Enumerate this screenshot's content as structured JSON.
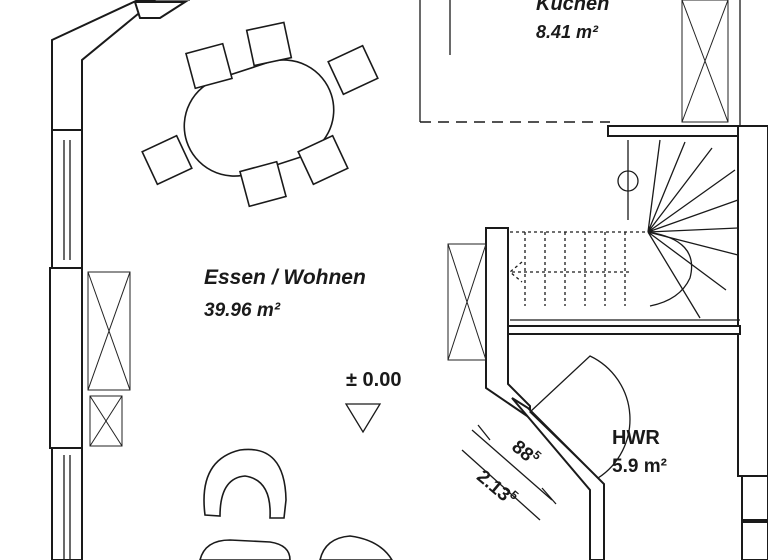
{
  "rooms": {
    "kitchen": {
      "name": "Küchen",
      "area": "8.41 m²"
    },
    "living": {
      "name": "Essen / Wohnen",
      "area": "39.96 m²"
    },
    "utility": {
      "name": "HWR",
      "area": "5.9 m²"
    }
  },
  "level_marker": "± 0.00",
  "dimensions": {
    "door_width": "88",
    "door_width_sup": "5",
    "wall_length": "2.13",
    "wall_length_sup": "5"
  }
}
